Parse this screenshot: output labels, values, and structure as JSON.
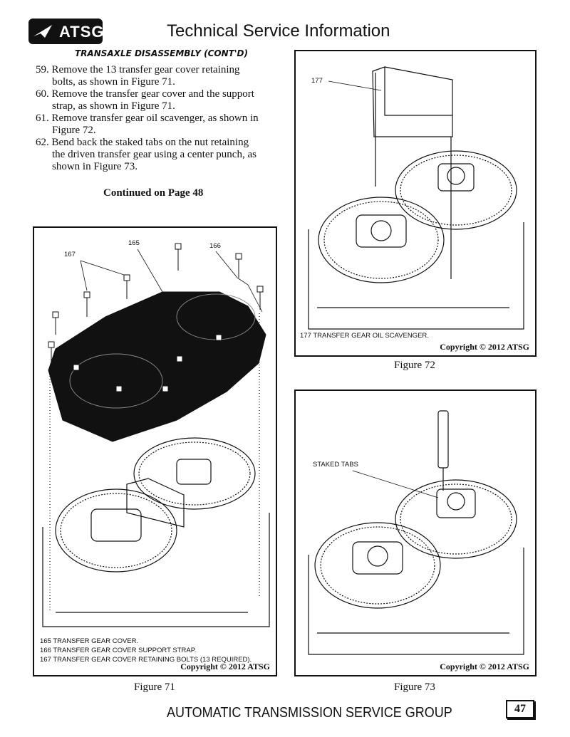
{
  "header": {
    "logo_text": "ATSG",
    "title": "Technical Service Information"
  },
  "section_heading": "TRANSAXLE DISASSEMBLY (CONT'D)",
  "steps": [
    {
      "num": "59.",
      "line1": "Remove the 13 transfer gear cover retaining",
      "line2": "bolts, as shown in Figure 71."
    },
    {
      "num": "60.",
      "line1": "Remove the transfer gear cover and the support",
      "line2": "strap, as shown in Figure 71."
    },
    {
      "num": "61.",
      "line1": "Remove transfer gear oil scavenger, as shown in",
      "line2": "Figure 72."
    },
    {
      "num": "62.",
      "line1": "Bend back the staked tabs on the nut retaining",
      "line2": "the driven transfer gear using a center punch, as",
      "line3": "shown in Figure 73."
    }
  ],
  "continued": "Continued on Page 48",
  "figure71": {
    "label": "Figure 71",
    "callouts": {
      "c165": "165",
      "c166": "166",
      "c167": "167"
    },
    "legend": [
      "165  TRANSFER GEAR COVER.",
      "166  TRANSFER GEAR COVER SUPPORT STRAP.",
      "167  TRANSFER GEAR COVER RETAINING BOLTS  (13 REQUIRED)."
    ],
    "copyright": "Copyright © 2012 ATSG"
  },
  "figure72": {
    "label": "Figure 72",
    "callouts": {
      "c177": "177"
    },
    "legend": [
      "177  TRANSFER GEAR OIL SCAVENGER."
    ],
    "copyright": "Copyright © 2012 ATSG"
  },
  "figure73": {
    "label": "Figure 73",
    "callouts": {
      "staked": "STAKED TABS"
    },
    "copyright": "Copyright © 2012 ATSG"
  },
  "footer": {
    "text": "AUTOMATIC TRANSMISSION SERVICE GROUP",
    "page_number": "47"
  }
}
